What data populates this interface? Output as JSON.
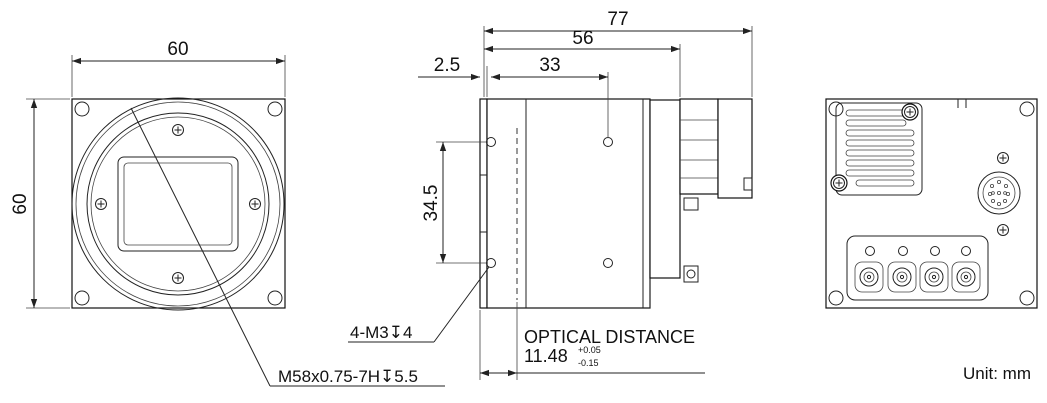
{
  "front_view": {
    "width_label": "60",
    "height_label": "60"
  },
  "side_view": {
    "total_length_label": "77",
    "body_length_label": "56",
    "hole_offset_label": "33",
    "flange_label": "2.5",
    "hole_spacing_label": "34.5",
    "hole_callout": "4-M3↧4",
    "optical_title": "OPTICAL DISTANCE",
    "optical_value": "11.48",
    "tol_plus": "+0.05",
    "tol_minus": "-0.15"
  },
  "front_callout": "M58x0.75-7H↧5.5",
  "unit_label": "Unit: mm",
  "colors": {
    "line": "#222222",
    "background": "#ffffff"
  }
}
